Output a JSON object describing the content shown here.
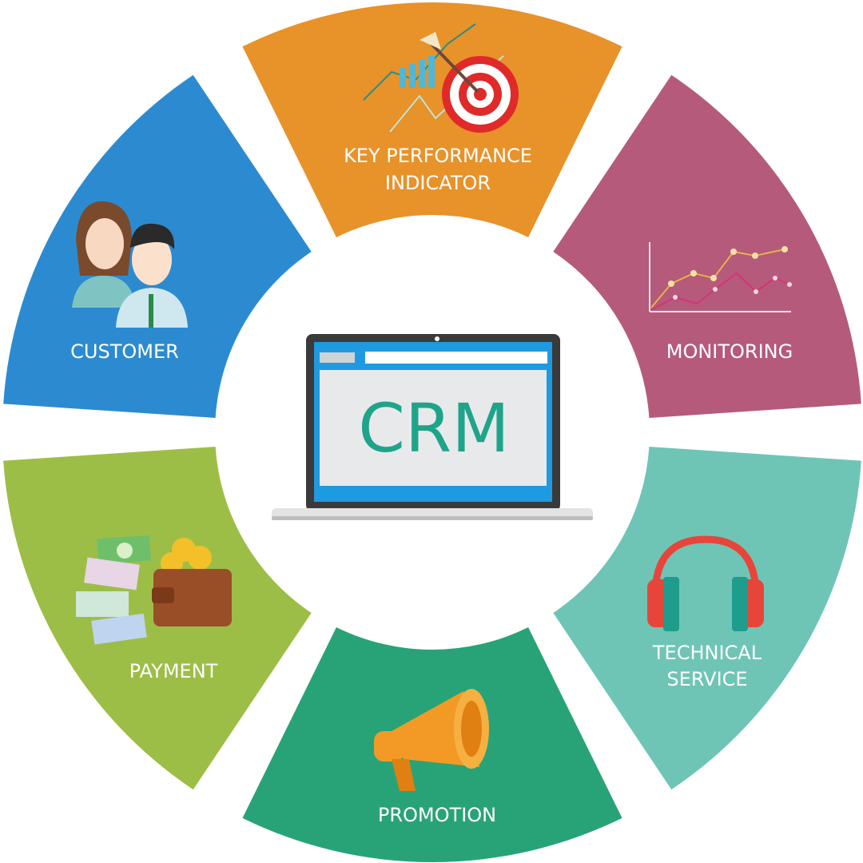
{
  "center": {
    "title": "CRM"
  },
  "segments": [
    {
      "id": "kpi",
      "lines": [
        "KEY PERFORMANCE",
        "INDICATOR"
      ],
      "color": "#E8922A",
      "icon": "target-chart-icon"
    },
    {
      "id": "monitoring",
      "lines": [
        "MONITORING"
      ],
      "color": "#B55A7B",
      "icon": "line-chart-icon"
    },
    {
      "id": "technical",
      "lines": [
        "TECHNICAL",
        "SERVICE"
      ],
      "color": "#6EC5B6",
      "icon": "headphones-icon"
    },
    {
      "id": "promotion",
      "lines": [
        "PROMOTION"
      ],
      "color": "#28A378",
      "icon": "megaphone-icon"
    },
    {
      "id": "payment",
      "lines": [
        "PAYMENT"
      ],
      "color": "#9DBE46",
      "icon": "wallet-money-icon"
    },
    {
      "id": "customer",
      "lines": [
        "CUSTOMER"
      ],
      "color": "#2C8BD0",
      "icon": "customers-icon"
    }
  ]
}
